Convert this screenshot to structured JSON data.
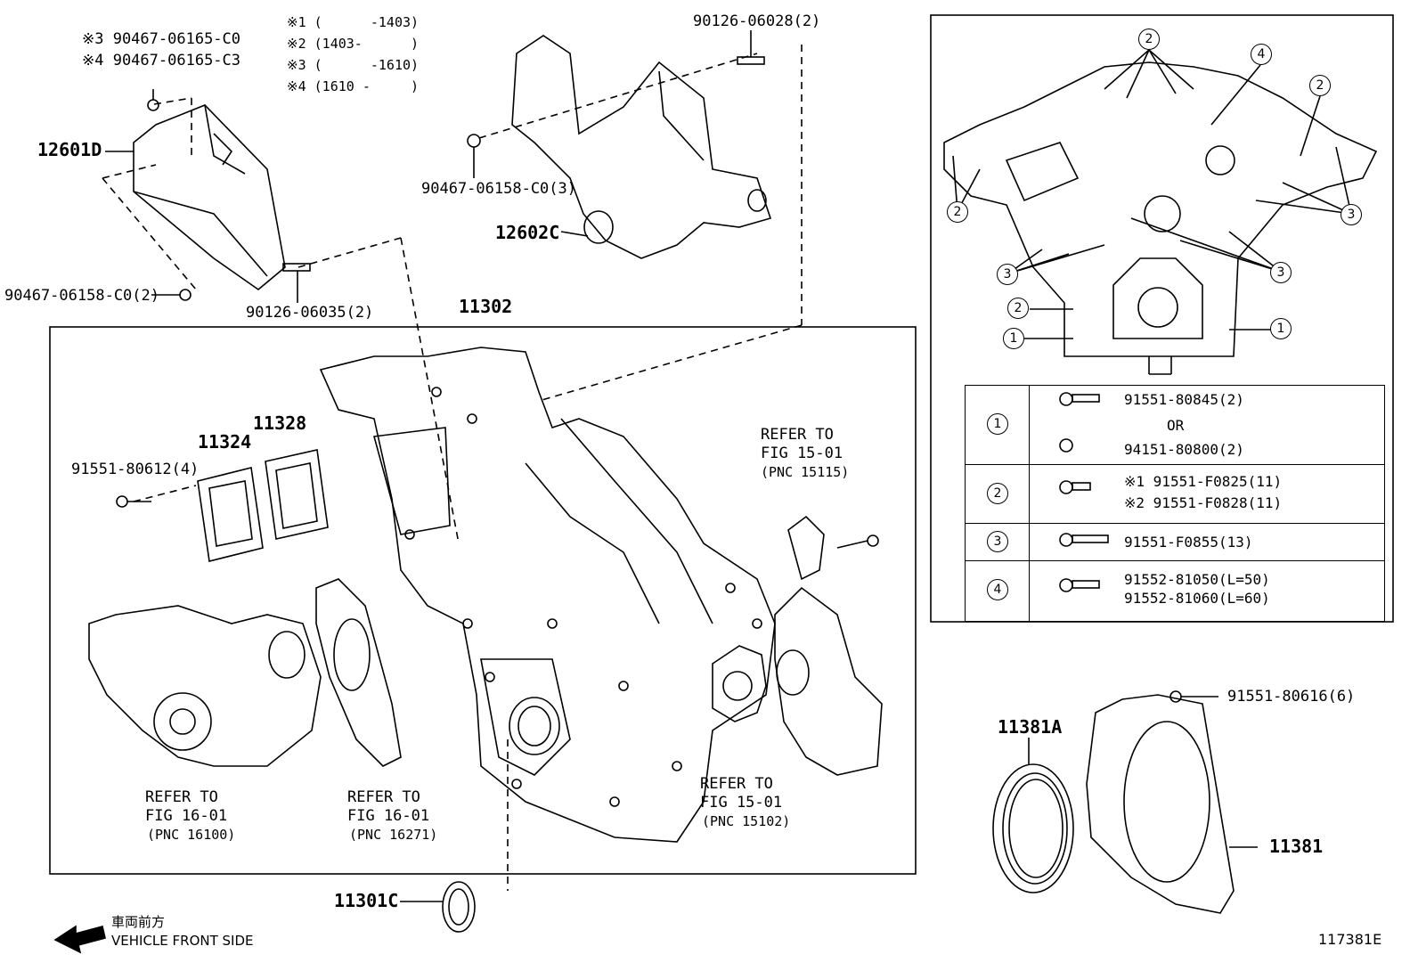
{
  "notes": {
    "n1": "※1 (      -1403)",
    "n2": "※2 (1403-      )",
    "n3": "※3 (      -1610)",
    "n4": "※4 (1610 -     )"
  },
  "labels": {
    "p_cover_bracket_top_3": "※3 90467-06165-C0",
    "p_cover_bracket_top_4": "※4 90467-06165-C3",
    "p_12601D": "12601D",
    "p_bracket_bolt": "90467-06158-C0(2)",
    "p_stud_left": "90126-06035(2)",
    "p_stud_right": "90126-06028(2)",
    "p_cover_bolt_right": "90467-06158-C0(3)",
    "p_12602C": "12602C",
    "p_11302": "11302",
    "p_11324": "11324",
    "p_11328": "11328",
    "p_bolt_91551_80612": "91551-80612(4)",
    "p_11301C": "11301C",
    "p_11381A": "11381A",
    "p_11381": "11381",
    "p_bolt_91551_80616": "91551-80616(6)"
  },
  "refer_notes": [
    {
      "line1": "REFER TO",
      "line2": "FIG 15-01",
      "line3": "(PNC 15115)"
    },
    {
      "line1": "REFER TO",
      "line2": "FIG 15-01",
      "line3": "(PNC 15102)"
    },
    {
      "line1": "REFER TO",
      "line2": "FIG 16-01",
      "line3": "(PNC 16100)"
    },
    {
      "line1": "REFER TO",
      "line2": "FIG 16-01",
      "line3": "(PNC 16271)"
    }
  ],
  "bolt_table": {
    "rows": [
      {
        "key": "1",
        "lines": [
          "91551-80845(2)",
          "OR",
          "94151-80800(2)"
        ]
      },
      {
        "key": "2",
        "lines": [
          "※1 91551-F0825(11)",
          "※2 91551-F0828(11)"
        ]
      },
      {
        "key": "3",
        "lines": [
          "91551-F0855(13)"
        ]
      },
      {
        "key": "4",
        "lines": [
          "91552-81050(L=50)",
          "91552-81060(L=60)"
        ]
      }
    ]
  },
  "callouts": {
    "c2": "2",
    "c4": "4",
    "c3": "3",
    "c1": "1"
  },
  "footer": {
    "jp": "車両前方",
    "en": "VEHICLE FRONT SIDE",
    "code": "117381E"
  }
}
